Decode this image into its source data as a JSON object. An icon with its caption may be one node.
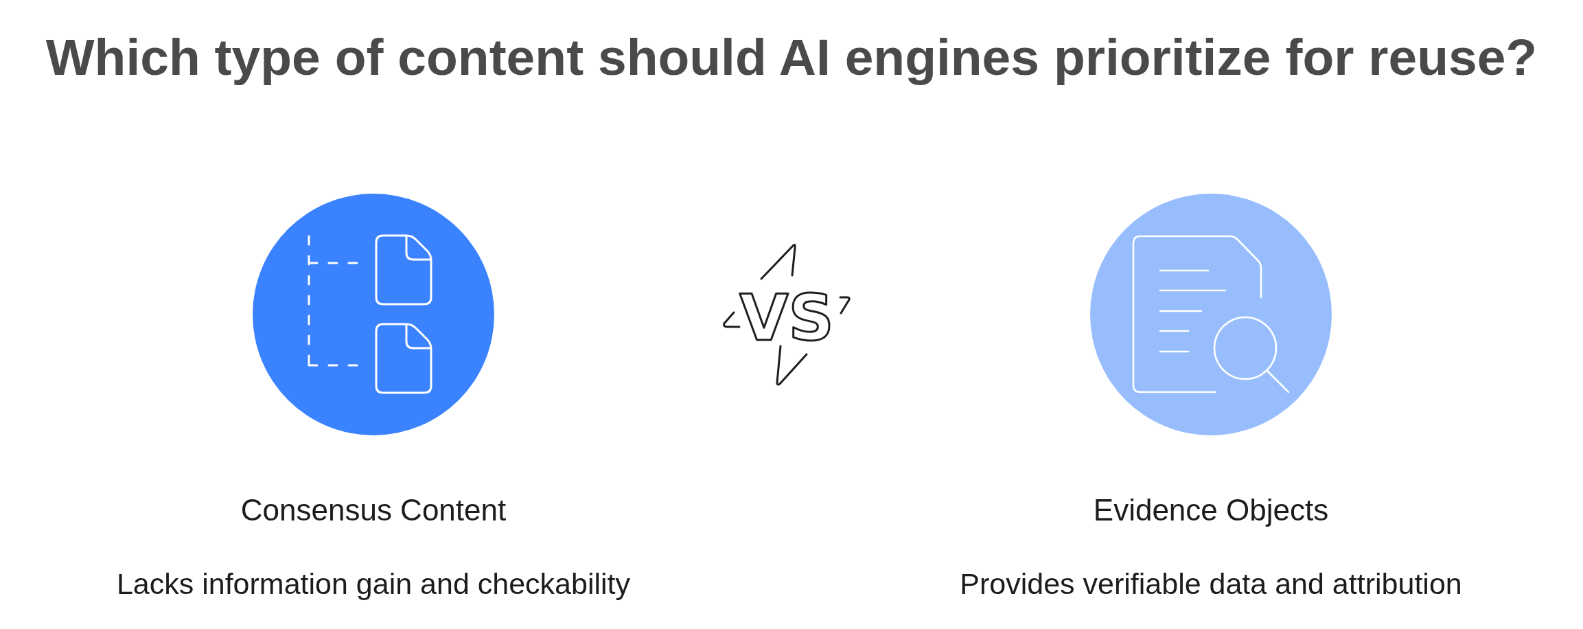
{
  "diagram": {
    "title": "Which type of content should AI engines prioritize for reuse?",
    "nodes": [
      {
        "text": [
          "Consensus Content",
          "Lacks information gain and checkability"
        ]
      },
      {
        "text": [
          "Evidence Objects",
          "Provides verifiable data and attribution"
        ]
      }
    ],
    "labels": [
      "VS"
    ]
  }
}
